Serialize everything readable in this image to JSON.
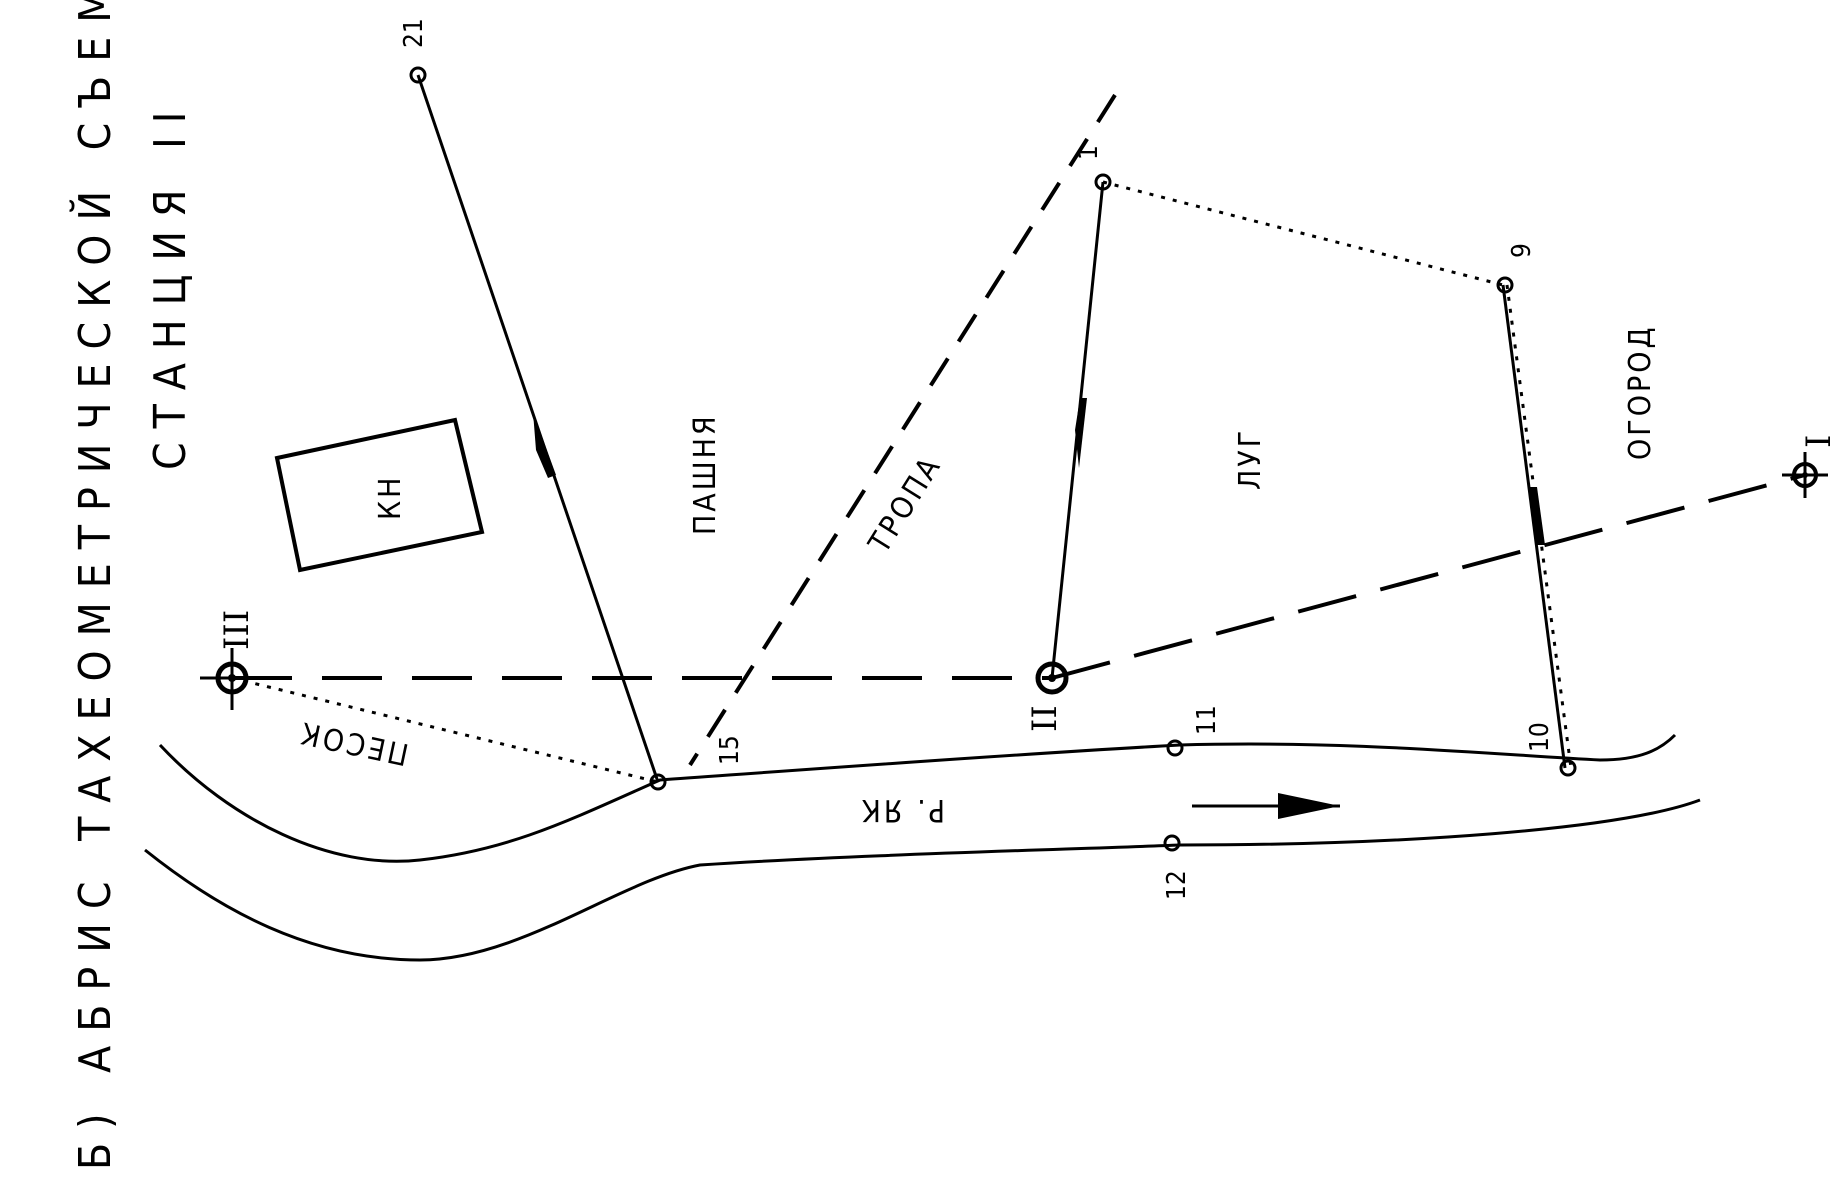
{
  "title": {
    "line1": "Б) АБРИС ТАХЕОМЕТРИЧЕСКОЙ СЪЕМКИ",
    "line2": "СТАНЦИЯ II"
  },
  "stations": {
    "I": "I",
    "II": "II",
    "III": "III"
  },
  "points": {
    "p1": "1",
    "p9": "9",
    "p10": "10",
    "p11": "11",
    "p12": "12",
    "p15": "15",
    "p21": "21"
  },
  "areas": {
    "arable": "ПАШНЯ",
    "meadow": "ЛУГ",
    "garden": "ОГОРОД",
    "sand": "ПЕСОК",
    "path": "ТРОПА",
    "river": "Р. ЯК",
    "building": "КН"
  },
  "colors": {
    "ink": "#000000",
    "paper": "#ffffff"
  }
}
